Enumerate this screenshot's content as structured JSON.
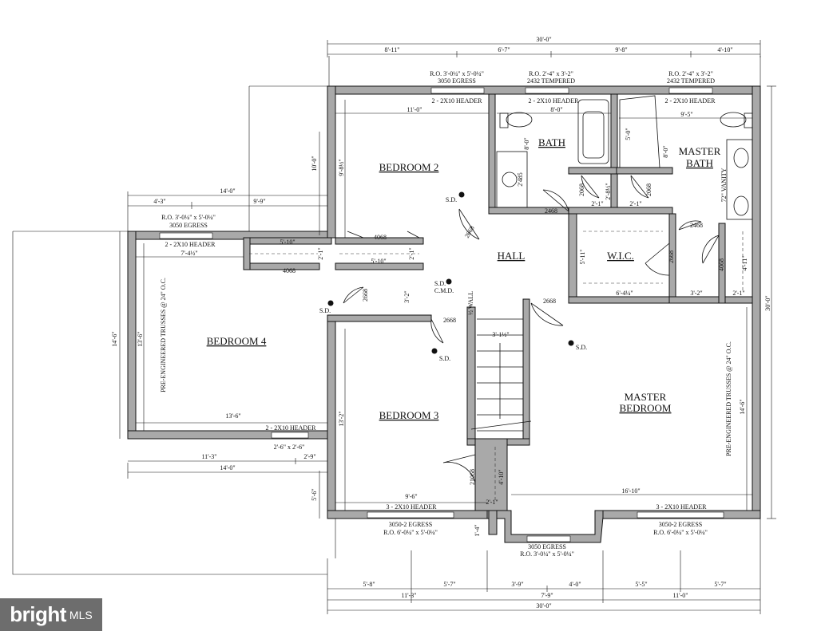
{
  "rooms": {
    "bedroom2": "BEDROOM 2",
    "bedroom3": "BEDROOM 3",
    "bedroom4": "BEDROOM 4",
    "bath": "BATH",
    "master_bath_1": "MASTER",
    "master_bath_2": "BATH",
    "hall": "HALL",
    "wic": "W.I.C.",
    "master_bedroom_1": "MASTER",
    "master_bedroom_2": "BEDROOM"
  },
  "top_dims": {
    "overall": "30'-0\"",
    "seg1": "8'-11\"",
    "seg2": "6'-7\"",
    "seg3": "9'-8\"",
    "seg4": "4'-10\""
  },
  "bottom_dims": {
    "row1": [
      "5'-8\"",
      "5'-7\"",
      "3'-9\"",
      "4'-0\"",
      "5'-5\"",
      "5'-7\""
    ],
    "row2": [
      "11'-3\"",
      "7'-9\"",
      "11'-0\""
    ],
    "overall": "30'-0\""
  },
  "left_dims": {
    "upper_14": "14'-0\"",
    "upper_43": "4'-3\"",
    "upper_99": "9'-9\"",
    "side_146": "14'-6\"",
    "inner_136": "13'-6\"",
    "lower_113": "11'-3\"",
    "lower_29": "2'-9\"",
    "lower_14": "14'-0\"",
    "side_56": "5'-6\"",
    "side_100": "10'-0\""
  },
  "right_dims": {
    "overall": "30'-0\"",
    "mb_146": "14'-6\""
  },
  "windows": {
    "top_bed2_ro": "R.O. 3'-0¼\" x 5'-0¼\"",
    "top_bed2_type": "3050 EGRESS",
    "top_bath_ro": "R.O. 2'-4\" x 3'-2\"",
    "top_bath_type": "2432 TEMPERED",
    "top_mb_ro": "R.O. 2'-4\" x 3'-2\"",
    "top_mb_type": "2432 TEMPERED",
    "bed4_ro": "R.O. 3'-0¼\" x 5'-0¼\"",
    "bed4_type": "3050 EGRESS",
    "bed4_bottom": "2'-6\" x 2'-6\"",
    "bed3_type": "3050-2 EGRESS",
    "bed3_ro": "R.O. 6'-0¼\" x 5'-0¼\"",
    "center_type": "3050 EGRESS",
    "center_ro": "R.O. 3'-0¼\" x 5'-0¼\"",
    "mbr_type": "3050-2 EGRESS",
    "mbr_ro": "R.O. 6'-0¼\" x 5'-0¼\""
  },
  "headers": {
    "h_2x10": "2 - 2X10 HEADER",
    "h_3x10": "3 - 2X10 HEADER"
  },
  "interior_dims": {
    "bed2_w": "11'-0\"",
    "bed2_h": "9'-8½\"",
    "bath_w": "8'-0\"",
    "bath_h": "8'-0\"",
    "mbath_w": "9'-5\"",
    "mbath_h": "8'-0\"",
    "shower": "5'-0\"",
    "vanity": "72\" VANITY",
    "vanity_small": "2'485",
    "closet_510a": "5'-10\"",
    "closet_510b": "5'-10\"",
    "closet_21a": "2'-1\"",
    "closet_21b": "2'-1\"",
    "bed4_w": "7'-4½\"",
    "bed4_bottom_w": "13'-6\"",
    "hall_32": "3'-2\"",
    "stair_w": "3'-1½\"",
    "bed3_h": "13'-2\"",
    "bed3_w": "9'-6\"",
    "small_410": "4'-10\"",
    "small_21": "2'-1\"",
    "small_14": "1'-4\"",
    "wic_h": "5'-11\"",
    "wic_w": "6'-4¼\"",
    "mb_32": "3'-2\"",
    "mb_21": "2'-1\"",
    "mb_411": "4'-11\"",
    "mbr_w": "16'-10\"",
    "bath_285": "2'-8½\"",
    "bath_21a": "2'-1\"",
    "bath_21b": "2'-1\""
  },
  "doors": {
    "d2668": "2668",
    "d2468": "2468",
    "d4068": "4068",
    "d2068": "2068",
    "d21068": "21068"
  },
  "notes": {
    "sd": "S.D.",
    "sdcmd": "S.D.",
    "cmd": "C.M.D.",
    "half_wall": "½ WALL",
    "trusses": "PRE-ENGINEERED TRUSSES @ 24\" O.C."
  },
  "watermark": {
    "brand": "bright",
    "suffix": "MLS"
  }
}
